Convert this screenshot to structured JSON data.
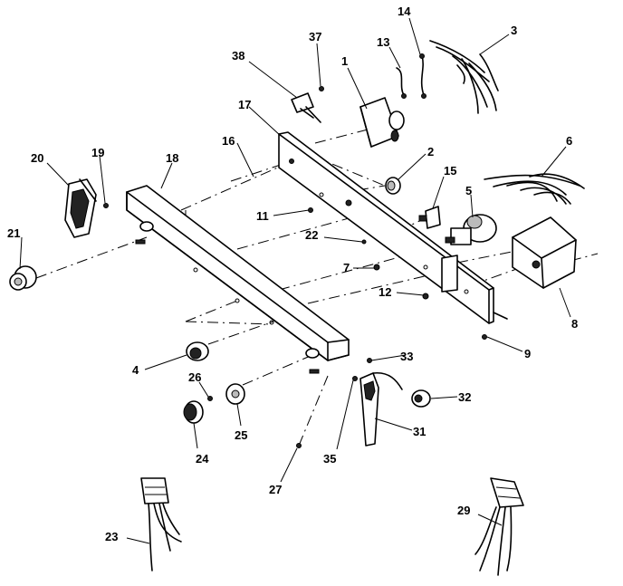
{
  "callouts": [
    {
      "id": "c1",
      "text": "1"
    },
    {
      "id": "c2",
      "text": "2"
    },
    {
      "id": "c3",
      "text": "3"
    },
    {
      "id": "c4",
      "text": "4"
    },
    {
      "id": "c5",
      "text": "5"
    },
    {
      "id": "c6",
      "text": "6"
    },
    {
      "id": "c7",
      "text": "7"
    },
    {
      "id": "c8",
      "text": "8"
    },
    {
      "id": "c9",
      "text": "9"
    },
    {
      "id": "c11",
      "text": "11"
    },
    {
      "id": "c12",
      "text": "12"
    },
    {
      "id": "c13",
      "text": "13"
    },
    {
      "id": "c14",
      "text": "14"
    },
    {
      "id": "c15",
      "text": "15"
    },
    {
      "id": "c16",
      "text": "16"
    },
    {
      "id": "c17",
      "text": "17"
    },
    {
      "id": "c18",
      "text": "18"
    },
    {
      "id": "c19",
      "text": "19"
    },
    {
      "id": "c20",
      "text": "20"
    },
    {
      "id": "c21",
      "text": "21"
    },
    {
      "id": "c22",
      "text": "22"
    },
    {
      "id": "c23",
      "text": "23"
    },
    {
      "id": "c24",
      "text": "24"
    },
    {
      "id": "c25",
      "text": "25"
    },
    {
      "id": "c26",
      "text": "26"
    },
    {
      "id": "c27",
      "text": "27"
    },
    {
      "id": "c29",
      "text": "29"
    },
    {
      "id": "c31",
      "text": "31"
    },
    {
      "id": "c32",
      "text": "32"
    },
    {
      "id": "c33",
      "text": "33"
    },
    {
      "id": "c35",
      "text": "35"
    },
    {
      "id": "c37",
      "text": "37"
    },
    {
      "id": "c38",
      "text": "38"
    }
  ]
}
